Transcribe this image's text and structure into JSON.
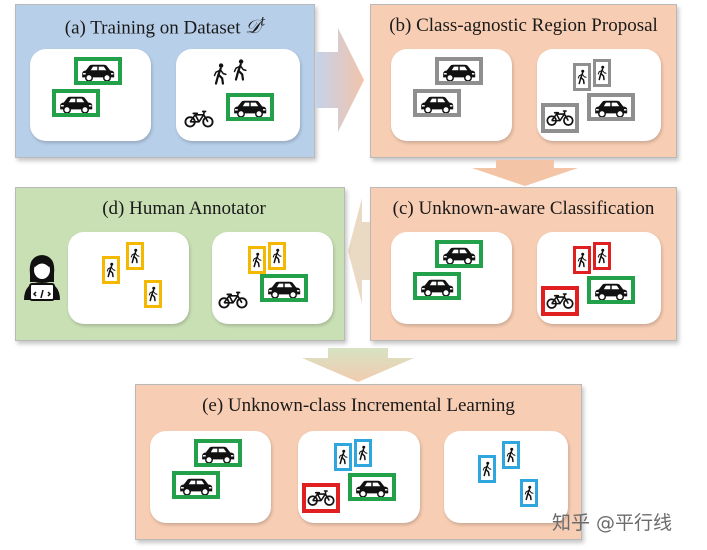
{
  "panels": {
    "a": {
      "title": "(a) Training on Dataset",
      "dataset_symbol": "𝒟",
      "dataset_superscript": "t",
      "color": "#b7cfe9"
    },
    "b": {
      "title": "(b) Class-agnostic Region Proposal",
      "color": "#f7cdb3"
    },
    "c": {
      "title": "(c) Unknown-aware Classification",
      "color": "#f7cdb3"
    },
    "d": {
      "title": "(d) Human Annotator",
      "color": "#c9e0b5"
    },
    "e": {
      "title": "(e) Unknown-class Incremental Learning",
      "color": "#f7cdb3"
    }
  },
  "box_colors": {
    "known": "#22a04a",
    "proposal": "#8f8f8f",
    "unknown": "#e02020",
    "annotated": "#f5b800",
    "incremental": "#2fa7de"
  },
  "icons": {
    "car": "car-icon",
    "pedestrian": "pedestrian-icon",
    "bicycle": "bicycle-icon",
    "annotator": "annotator-icon"
  },
  "watermark": "知乎 @平行线"
}
